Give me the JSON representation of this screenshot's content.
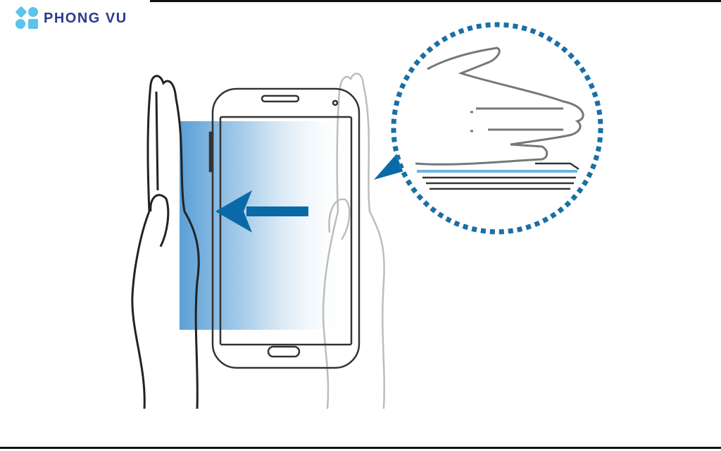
{
  "brand": {
    "name": "PHONG VU",
    "logo_color": "#5cc3ea",
    "text_color": "#2b3a8c"
  },
  "illustration": {
    "subject": "palm-swipe-gesture",
    "accent_color": "#0a6aa8",
    "arrow_direction": "left",
    "inset": "side-view-hand-over-phone"
  }
}
